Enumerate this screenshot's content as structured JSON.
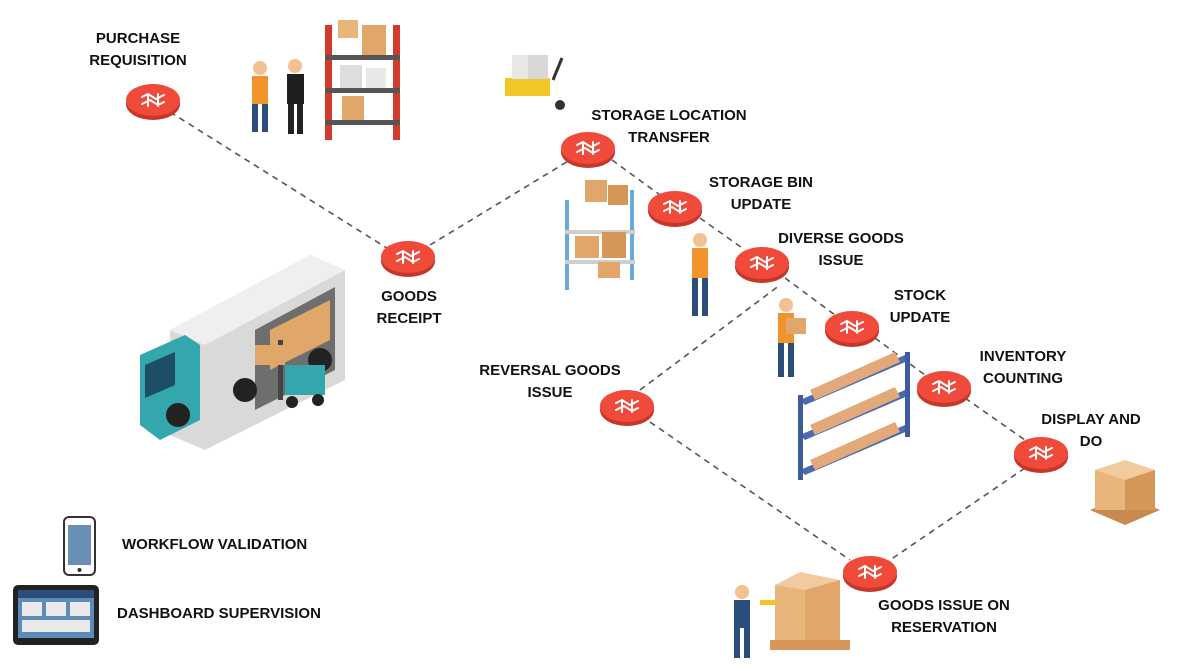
{
  "steps": [
    {
      "id": "purchase-requisition",
      "line1": "PURCHASE",
      "line2": "REQUISITION"
    },
    {
      "id": "goods-receipt",
      "line1": "GOODS",
      "line2": "RECEIPT"
    },
    {
      "id": "storage-location-transfer",
      "line1": "STORAGE LOCATION",
      "line2": "TRANSFER"
    },
    {
      "id": "storage-bin-update",
      "line1": "STORAGE BIN",
      "line2": "UPDATE"
    },
    {
      "id": "diverse-goods-issue",
      "line1": "DIVERSE GOODS",
      "line2": "ISSUE"
    },
    {
      "id": "stock-update",
      "line1": "STOCK",
      "line2": "UPDATE"
    },
    {
      "id": "inventory-counting",
      "line1": "INVENTORY",
      "line2": "COUNTING"
    },
    {
      "id": "display-and-do",
      "line1": "DISPLAY AND",
      "line2": "DO"
    },
    {
      "id": "reversal-goods-issue",
      "line1": "REVERSAL GOODS",
      "line2": "ISSUE"
    },
    {
      "id": "goods-issue-on-reservation",
      "line1": "GOODS ISSUE ON",
      "line2": "RESERVATION"
    }
  ],
  "legend": {
    "workflow_validation": "WORKFLOW VALIDATION",
    "dashboard_supervision": "DASHBOARD SUPERVISION"
  },
  "colors": {
    "node": "#f04a3a",
    "node_shadow": "#c7362a",
    "connector": "#555555"
  },
  "icons": {
    "node": "workflow-icon",
    "phone": "phone-icon",
    "tablet": "tablet-icon"
  }
}
